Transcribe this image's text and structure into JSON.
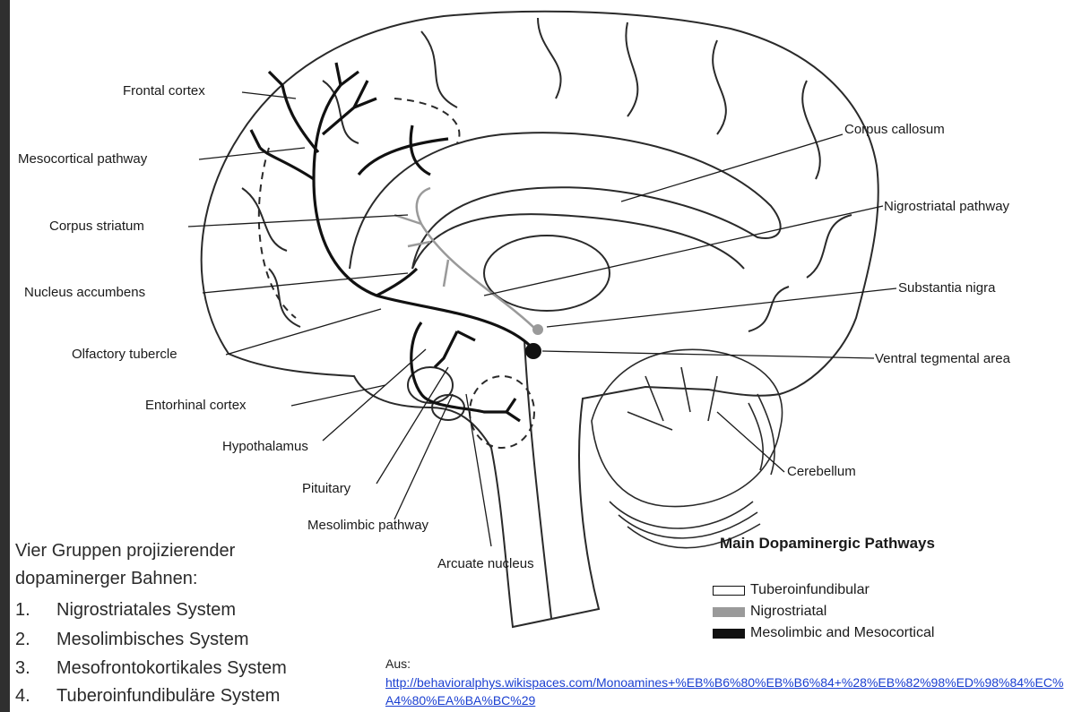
{
  "labels": {
    "frontal_cortex": "Frontal cortex",
    "mesocortical_pathway": "Mesocortical pathway",
    "corpus_striatum": "Corpus striatum",
    "nucleus_accumbens": "Nucleus accumbens",
    "olfactory_tubercle": "Olfactory tubercle",
    "entorhinal_cortex": "Entorhinal cortex",
    "hypothalamus": "Hypothalamus",
    "pituitary": "Pituitary",
    "mesolimbic_pathway": "Mesolimbic pathway",
    "arcuate_nucleus": "Arcuate nucleus",
    "corpus_callosum": "Corpus callosum",
    "nigrostriatal_pathway": "Nigrostriatal pathway",
    "substantia_nigra": "Substantia nigra",
    "ventral_tegmental_area": "Ventral tegmental area",
    "cerebellum": "Cerebellum"
  },
  "legend": {
    "title": "Main Dopaminergic Pathways",
    "items": [
      {
        "label": "Tuberoinfundibular",
        "color": "#ffffff"
      },
      {
        "label": "Nigrostriatal",
        "color": "#9a9a9a"
      },
      {
        "label": "Mesolimbic and Mesocortical",
        "color": "#111111"
      }
    ]
  },
  "description": {
    "line1": "Vier Gruppen projizierender",
    "line2": "dopaminerger Bahnen:",
    "items": [
      {
        "num": "1.",
        "text": "Nigrostriatales System"
      },
      {
        "num": "2.",
        "text": "Mesolimbisches System"
      },
      {
        "num": "3.",
        "text": "Mesofrontokortikales System"
      },
      {
        "num": "4.",
        "text": "Tuberoinfundibuläre System"
      }
    ]
  },
  "source": {
    "label": "Aus:",
    "url": "http://behavioralphys.wikispaces.com/Monoamines+%EB%B6%80%EB%B6%84+%28%EB%82%98%ED%98%84%EC%A4%80%EA%BA%BC%29"
  }
}
